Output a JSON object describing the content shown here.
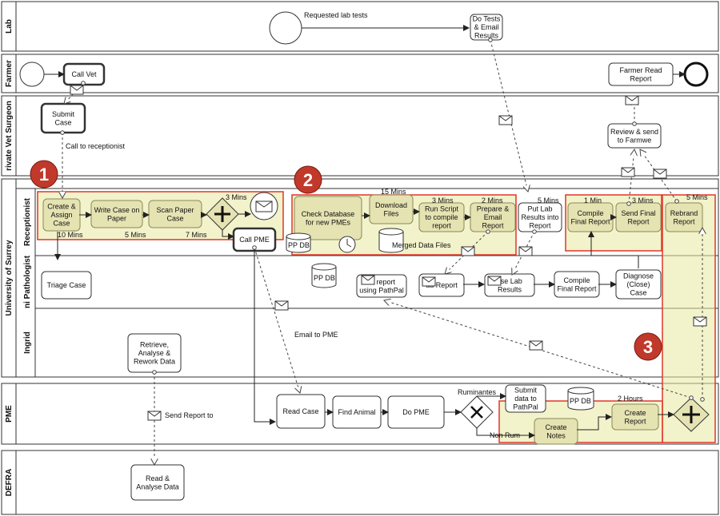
{
  "lanes": {
    "lab": "Lab",
    "farmer": "Farmer",
    "vet": "rivate Vet Surgeon",
    "university": "University of Surrey",
    "receptionist": "Receptionist",
    "pathologist": "ni Pathologist",
    "ingrid": "Ingrid",
    "pme": "PME",
    "defra": "DEFRA"
  },
  "tasks": {
    "do_tests": [
      "Do Tests",
      "& Email",
      "Results"
    ],
    "call_vet": [
      "Call Vet"
    ],
    "farmer_read": [
      "Farmer Read",
      "Report"
    ],
    "submit_case": [
      "Submit",
      "Case"
    ],
    "review_send": [
      "Review & send",
      "to Farmwe"
    ],
    "create_assign": [
      "Create &",
      "Assign",
      "Case"
    ],
    "write_case": [
      "Write Case on",
      "Paper"
    ],
    "scan_paper": [
      "Scan Paper",
      "Case"
    ],
    "call_pme": [
      "Call PME"
    ],
    "check_db": [
      "Check Database",
      "for new PMEs"
    ],
    "download_files": [
      "Download",
      "Files"
    ],
    "run_script": [
      "Run Script",
      "to compile",
      "report"
    ],
    "prepare_email": [
      "Prepare &",
      "Email",
      "Report"
    ],
    "put_lab": [
      "Put Lab",
      "Results into",
      "Report"
    ],
    "compile_final_r": [
      "Compile",
      "Final Report"
    ],
    "send_final": [
      "Send Final",
      "Report"
    ],
    "rebrand": [
      "Rebrand",
      "Report"
    ],
    "triage": [
      "Triage Case"
    ],
    "enter_report": [
      "er report",
      "using PathPal"
    ],
    "read_report": [
      "ad Report"
    ],
    "analyse_lab": [
      "yse Lab",
      "Results"
    ],
    "compile_final_p": [
      "Compile",
      "Final Report"
    ],
    "diagnose": [
      "Diagnose",
      "(Close)",
      "Case"
    ],
    "retrieve": [
      "Retrieve,",
      "Analyse &",
      "Rework Data"
    ],
    "read_case": [
      "Read Case"
    ],
    "find_animal": [
      "Find Animal"
    ],
    "do_pme": [
      "Do PME"
    ],
    "submit_pathpal": [
      "Submit",
      "data to",
      "PathPal"
    ],
    "create_notes": [
      "Create",
      "Notes"
    ],
    "create_report": [
      "Create",
      "Report"
    ],
    "read_analyse": [
      "Read &",
      "Analyse Data"
    ]
  },
  "datastores": {
    "pp_db_receptionist": "PP DB",
    "merged_files": "Merged Data Files",
    "pp_db_pathologist": "PP DB",
    "pp_db_pme": "PP DB"
  },
  "labels": {
    "requested_lab_tests": "Requested lab tests",
    "call_to_receptionist": "Call to receptionist",
    "ten_mins": "10 Mins",
    "five_mins_a": "5 Mins",
    "seven_mins": "7 Mins",
    "three_mins_a": "3 Mins",
    "fifteen_mins": "15 Mins",
    "three_mins_b": "3 Mins",
    "two_mins": "2 Mins",
    "five_mins_b": "5 Mins",
    "one_min": "1 Min",
    "three_mins_c": "3 Mins",
    "five_mins_c": "5 Mins",
    "email_to_pme": "Email to PME",
    "send_report_to": "Send Report to",
    "ruminantes": "Ruminantes",
    "non_rum": "Non Rum",
    "two_hours": "2 Hours"
  },
  "badges": [
    "1",
    "2",
    "3"
  ],
  "colors": {
    "highlight_fill": "#e8e8a0",
    "highlight_border": "#e0362a",
    "badge": "#c0392b",
    "task_highlight": "#e6e3b3"
  }
}
